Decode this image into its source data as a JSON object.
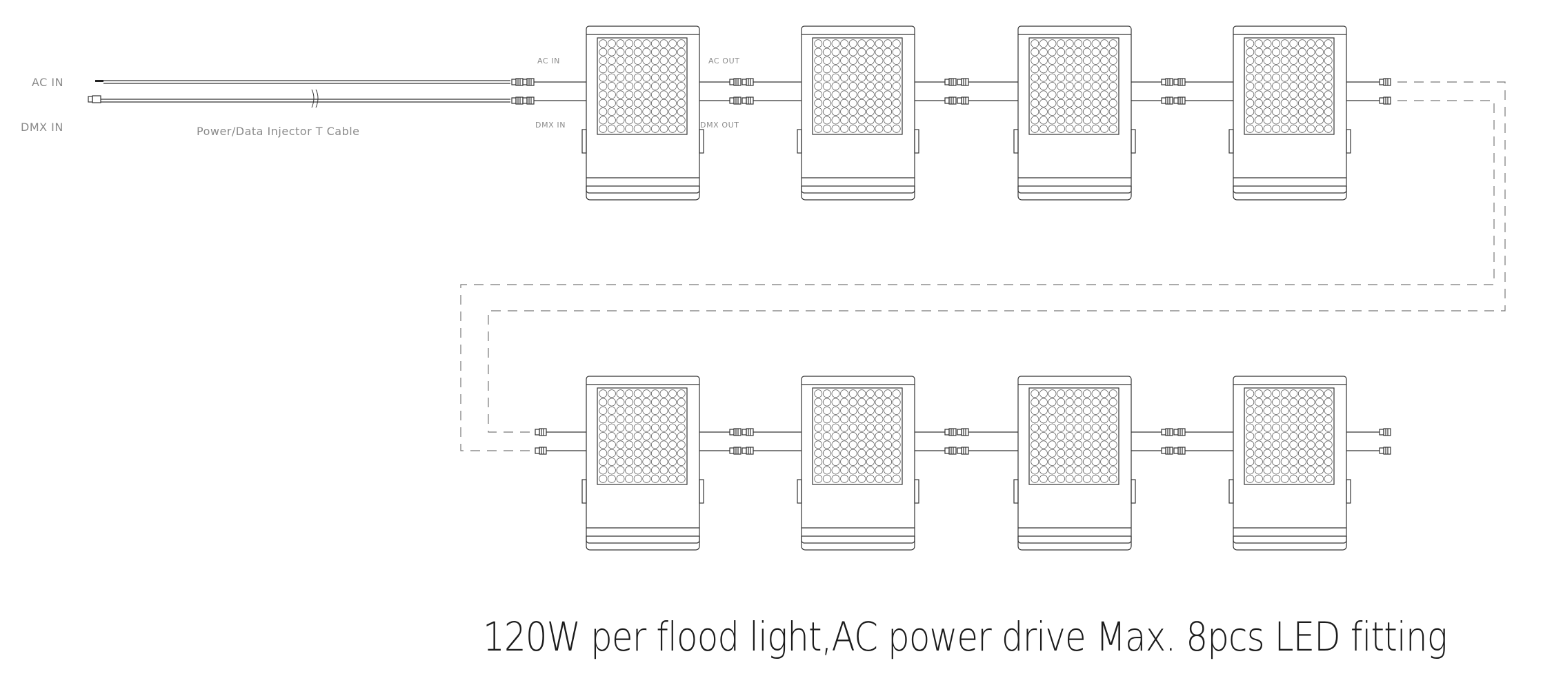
{
  "labels": {
    "ac_in_left": "AC IN",
    "dmx_in_left": "DMX IN",
    "cable": "Power/Data Injector T Cable",
    "fixture_ac_in": "AC IN",
    "fixture_ac_out": "AC OUT",
    "fixture_dmx_in": "DMX IN",
    "fixture_dmx_out": "DMX OUT"
  },
  "caption": "120W per flood light,AC power drive Max. 8pcs LED fitting",
  "diagram": {
    "rows": 2,
    "fixtures_per_row": 4,
    "total_fixtures": 8,
    "led_grid": {
      "cols": 10,
      "rows": 11
    },
    "line_color": "#333333",
    "dashed_color": "#777777"
  }
}
